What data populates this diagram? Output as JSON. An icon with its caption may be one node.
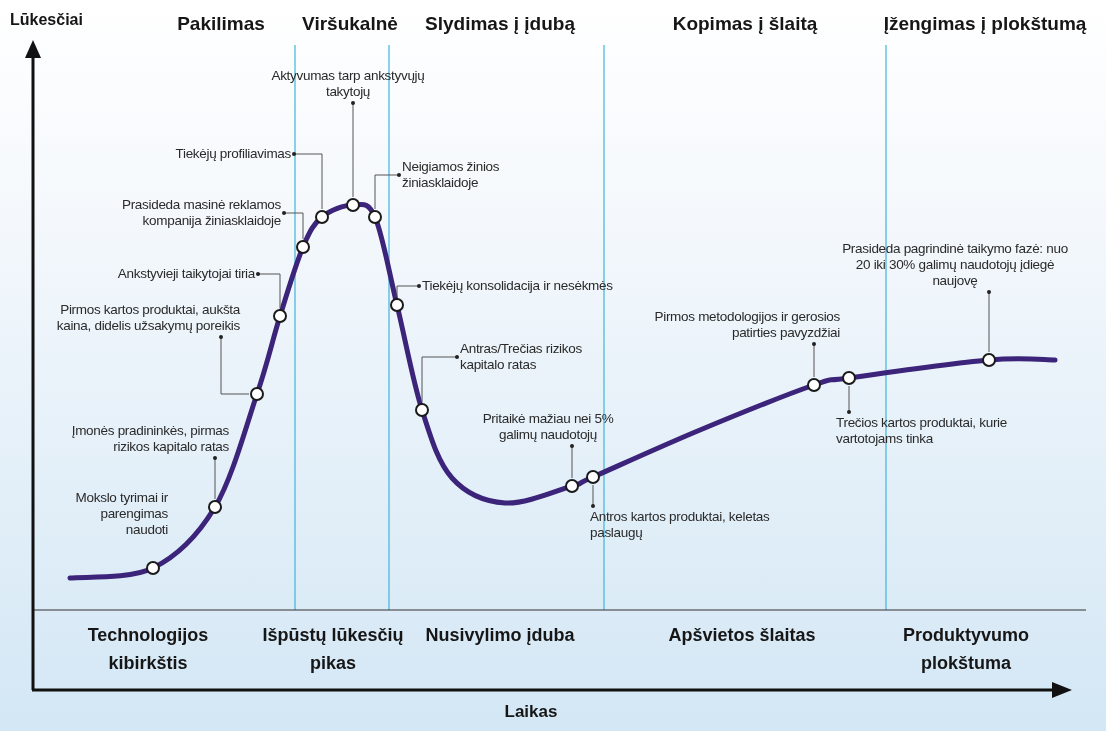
{
  "diagram": {
    "nodes": [
      {
        "text": [
          "Aktyvumas tarp ankstyvųjų takytojų"
        ]
      },
      {
        "text": [
          "Tiekėjų profiliavimas"
        ]
      },
      {
        "text": [
          "Neigiamos žinios žiniasklaidoje"
        ]
      },
      {
        "text": [
          "Prasideda masinė reklamos kompanija žiniasklaidoje"
        ]
      },
      {
        "text": [
          "Ankstyvieji taikytojai tiria"
        ]
      },
      {
        "text": [
          "Tiekėjų konsolidacija ir nesėkmės"
        ]
      },
      {
        "text": [
          "Pirmos kartos produktai, aukšta kaina, didelis užsakymų poreikis"
        ]
      },
      {
        "text": [
          "Antras/Trečias rizikos kapitalo ratas"
        ]
      },
      {
        "text": [
          "Įmonės pradininkės, pirmas rizikos kapitalo ratas"
        ]
      },
      {
        "text": [
          "Pritaikė mažiau nei 5% galimų naudotojų"
        ]
      },
      {
        "text": [
          "Antros kartos produktai, keletas paslaugų"
        ]
      },
      {
        "text": [
          "Pirmos metodologijos ir gerosios patirties pavyzdžiai"
        ]
      },
      {
        "text": [
          "Trečios kartos produktai, kurie vartotojams tinka"
        ]
      },
      {
        "text": [
          "Prasideda pagrindinė taikymo fazė: nuo 20 iki 30% galimų naudotojų įdiegė naujovę"
        ]
      },
      {
        "text": [],
        "shape": "circle",
        "beside": [
          "Mokslo tyrimai ir parengimas naudoti"
        ]
      },
      {
        "text": [],
        "shape": "circle"
      },
      {
        "text": [],
        "shape": "circle"
      },
      {
        "text": [],
        "shape": "circle"
      },
      {
        "text": [],
        "shape": "circle"
      },
      {
        "text": [],
        "shape": "circle"
      },
      {
        "text": [],
        "shape": "circle"
      },
      {
        "text": [],
        "shape": "circle"
      },
      {
        "text": [],
        "shape": "circle"
      },
      {
        "text": [],
        "shape": "circle"
      },
      {
        "text": [],
        "shape": "circle"
      },
      {
        "text": [],
        "shape": "circle"
      },
      {
        "text": [],
        "shape": "circle"
      },
      {
        "text": [],
        "shape": "circle"
      },
      {
        "text": [],
        "shape": "circle"
      }
    ],
    "edges": [
      {
        "from": 0,
        "to": 20,
        "arrow": "other"
      },
      {
        "from": 1,
        "to": 19,
        "arrow": "other"
      },
      {
        "from": 2,
        "to": 21,
        "arrow": "other"
      },
      {
        "from": 3,
        "to": 18,
        "arrow": "other"
      },
      {
        "from": 4,
        "to": 17,
        "arrow": "other"
      },
      {
        "from": 5,
        "to": 22,
        "arrow": "other"
      },
      {
        "from": 6,
        "to": 16,
        "arrow": "other"
      },
      {
        "from": 7,
        "to": 23,
        "arrow": "other"
      },
      {
        "from": 8,
        "to": 15,
        "arrow": "other"
      },
      {
        "from": 9,
        "to": 24,
        "arrow": "other"
      },
      {
        "from": 10,
        "to": 25,
        "arrow": "other"
      },
      {
        "from": 11,
        "to": 26,
        "arrow": "other"
      },
      {
        "from": 12,
        "to": 27,
        "arrow": "other"
      },
      {
        "from": 13,
        "to": 28,
        "arrow": "other"
      }
    ],
    "labels": [
      "Lūkesčiai",
      "Pakilimas",
      "Viršukalnė",
      "Slydimas į įdubą",
      "Kopimas į šlaitą",
      "Įžengimas į plokštumą",
      "Technologijos kibirkštis",
      "Išpūstų lūkesčių pikas",
      "Nusivylimo įduba",
      "Apšvietos šlaitas",
      "Produktyvumo plokštuma",
      "Laikas"
    ]
  }
}
